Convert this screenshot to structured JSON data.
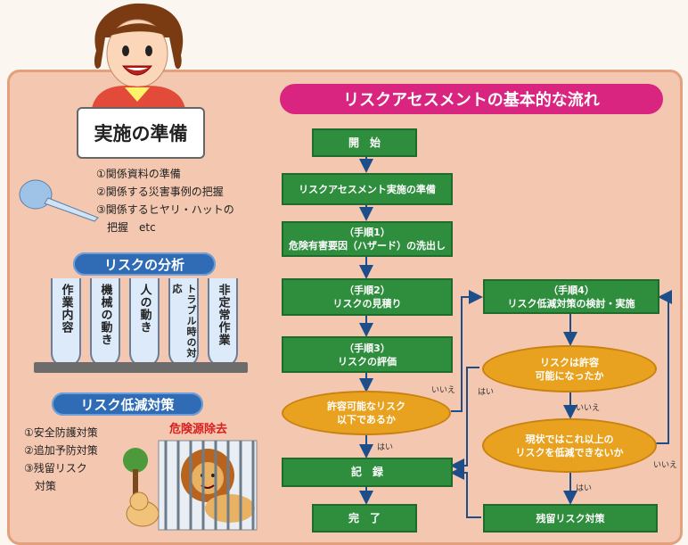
{
  "left": {
    "sign_title": "実施の準備",
    "prep_items": [
      "①関係資料の準備",
      "②関係する災害事例の把握",
      "③関係するヒヤリ・ハットの",
      "　把握　etc"
    ],
    "analysis_title": "リスクの分析",
    "tubes": [
      "作業内容",
      "機械の動き",
      "人の動き",
      "トラブル時の対応",
      "非定常作業"
    ],
    "reduction_title": "リスク低減対策",
    "reduction_items": [
      "①安全防護対策",
      "②追加予防対策",
      "③残留リスク",
      "　対策"
    ],
    "danger_label": "危険源除去"
  },
  "flow": {
    "title": "リスクアセスメントの基本的な流れ",
    "start": "開　始",
    "prep": "リスクアセスメント実施の準備",
    "step1_a": "（手順1）",
    "step1_b": "危険有害要因（ハザード）の洗出し",
    "step2_a": "（手順2）",
    "step2_b": "リスクの見積り",
    "step3_a": "（手順3）",
    "step3_b": "リスクの評価",
    "decision1_a": "許容可能なリスク",
    "decision1_b": "以下であるか",
    "record": "記　録",
    "end": "完　了",
    "step4_a": "（手順4）",
    "step4_b": "リスク低減対策の検討・実施",
    "decision2_a": "リスクは許容",
    "decision2_b": "可能になったか",
    "decision3_a": "現状ではこれ以上の",
    "decision3_b": "リスクを低減できないか",
    "residual": "残留リスク対策",
    "yes": "はい",
    "no": "いいえ"
  }
}
